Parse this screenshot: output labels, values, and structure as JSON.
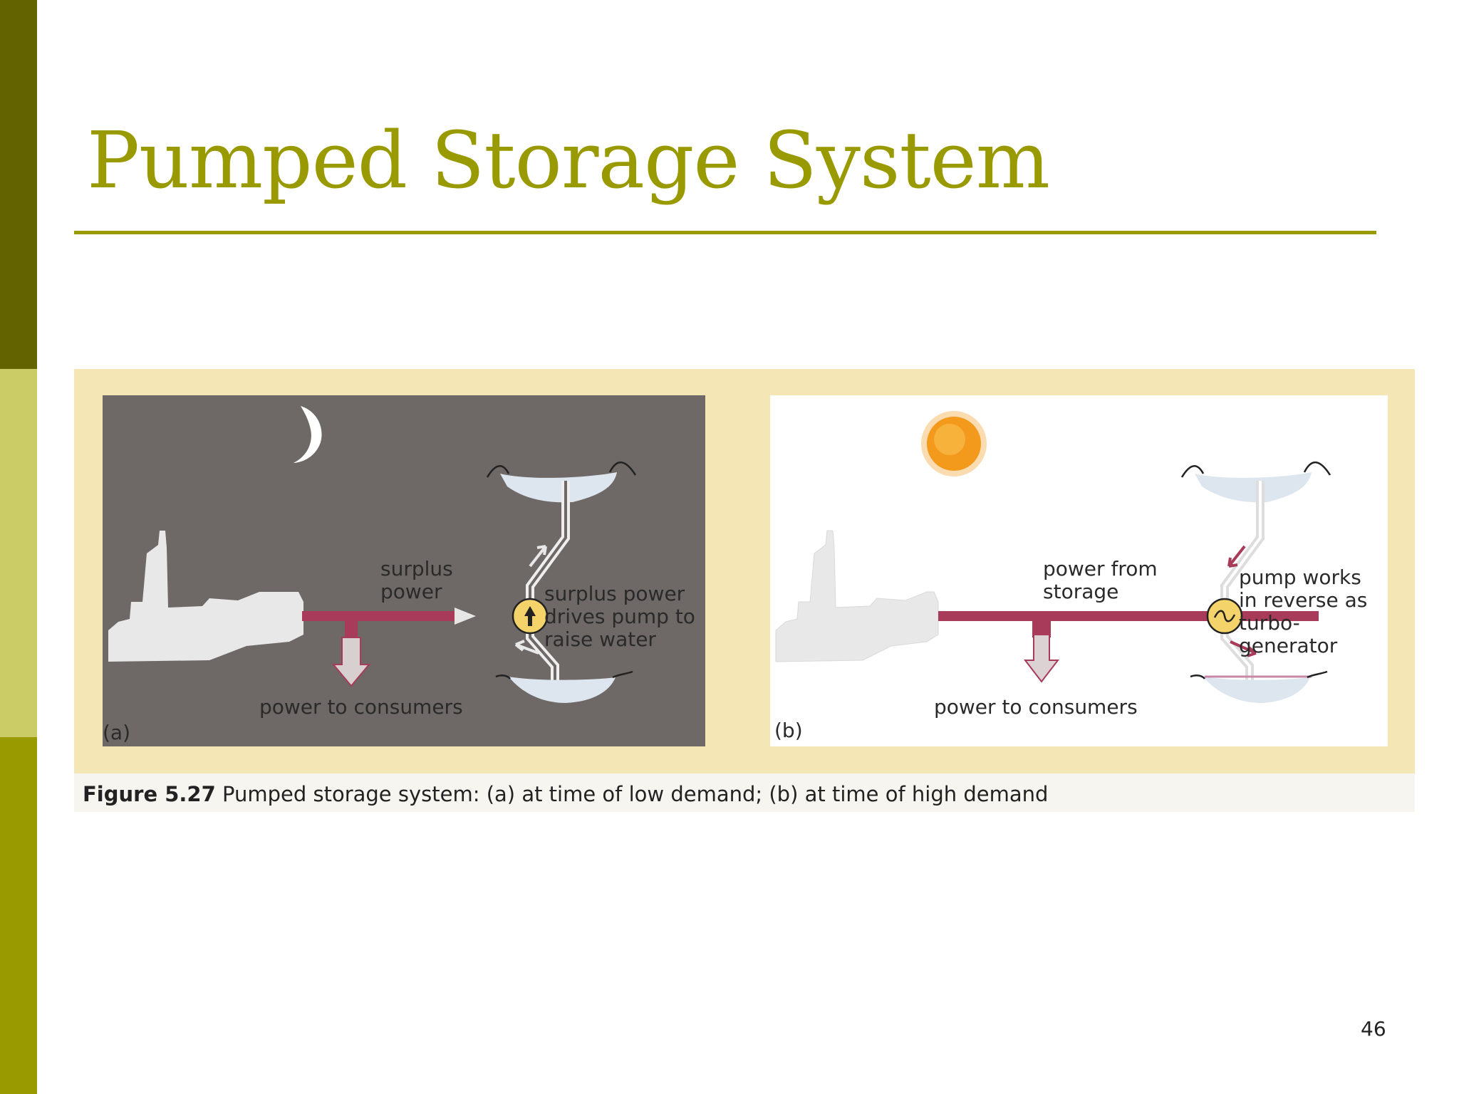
{
  "slide": {
    "title": "Pumped Storage System",
    "page_number": "46"
  },
  "figure": {
    "caption_label": "Figure 5.27",
    "caption_text": " Pumped storage system: (a) at time of low demand; (b) at time of high demand",
    "panel_a": {
      "tag": "(a)",
      "surplus_power": "surplus\npower",
      "pump_note": "surplus power\ndrives pump to\nraise water",
      "consumers": "power to consumers"
    },
    "panel_b": {
      "tag": "(b)",
      "power_from_storage": "power from\nstorage",
      "reverse_note": "pump works\nin reverse as\nturbo-generator",
      "consumers": "power to consumers"
    }
  },
  "colors": {
    "accent": "#999900",
    "band_dark": "#636300",
    "band_light": "#cccc66",
    "power_line": "#a83a5a",
    "water": "#dde6ee",
    "night_bg": "#6e6867",
    "sun": "#f39a1c",
    "frame": "#f5e6b5"
  }
}
